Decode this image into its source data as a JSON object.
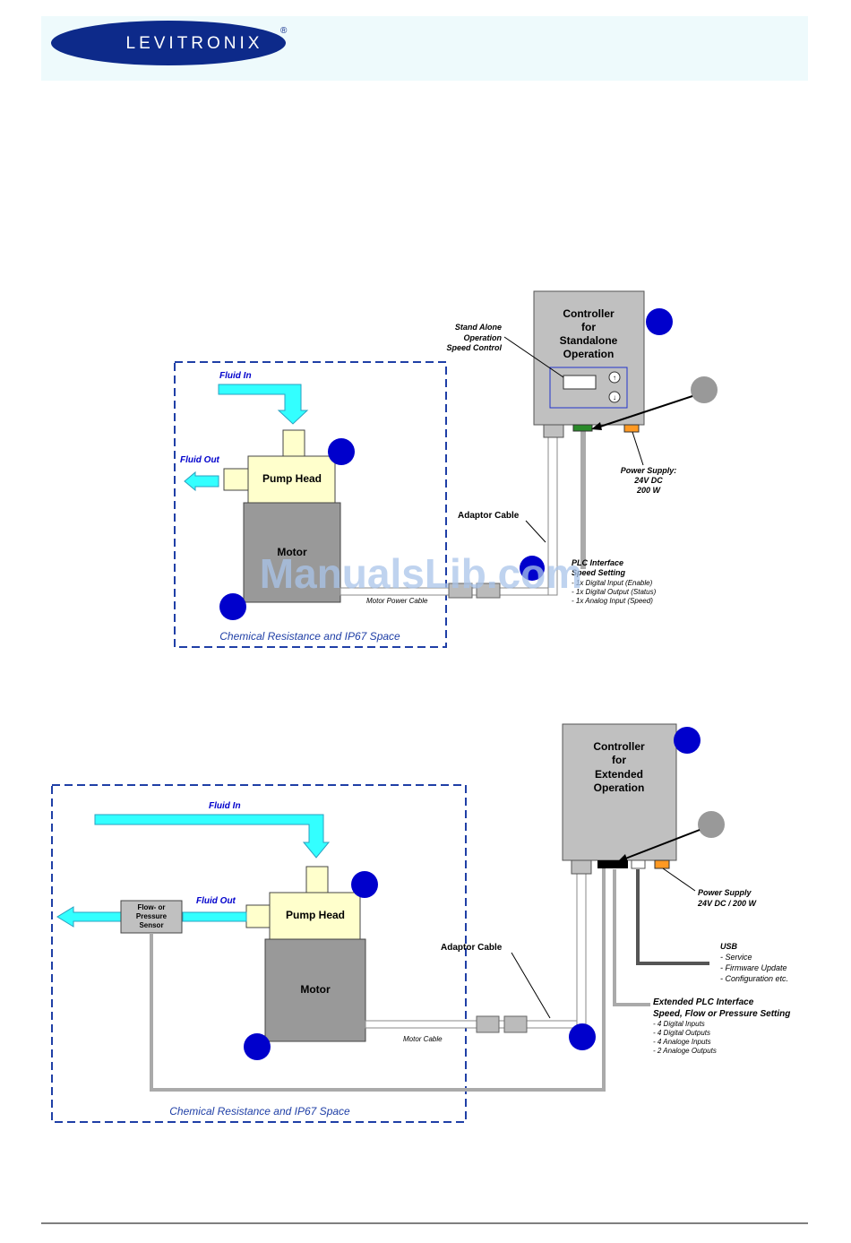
{
  "header": {
    "logo_text": "LEVITRONIX",
    "registered_mark": "®",
    "colors": {
      "band": "#eefafc",
      "logo_ellipse": "#0d2a8a"
    }
  },
  "diagram1": {
    "controller_lines": [
      "Controller",
      "for",
      "Standalone",
      "Operation"
    ],
    "standalone_lines": [
      "Stand Alone",
      "Operation",
      "Speed Control"
    ],
    "fluid_in": "Fluid In",
    "fluid_out": "Fluid Out",
    "pump_head": "Pump Head",
    "motor": "Motor",
    "adaptor_cable": "Adaptor Cable",
    "motor_power_cable": "Motor Power Cable",
    "power_supply_lines": [
      "Power Supply:",
      "24V DC",
      "200 W"
    ],
    "plc_lines": [
      "PLC Interface",
      "Speed Setting",
      "- 1x Digital Input (Enable)",
      "- 1x Digital Output (Status)",
      "- 1x Analog Input (Speed)"
    ],
    "zone_label": "Chemical Resistance and IP67 Space"
  },
  "diagram2": {
    "controller_lines": [
      "Controller",
      "for",
      "Extended",
      "Operation"
    ],
    "fluid_in": "Fluid In",
    "fluid_out": "Fluid Out",
    "sensor_lines": [
      "Flow- or",
      "Pressure",
      "Sensor"
    ],
    "pump_head": "Pump Head",
    "motor": "Motor",
    "adaptor_cable": "Adaptor Cable",
    "motor_cable": "Motor Cable",
    "power_supply_lines": [
      "Power Supply",
      "24V DC / 200 W"
    ],
    "usb_lines": [
      "USB",
      "- Service",
      "- Firmware Update",
      "- Configuration etc."
    ],
    "plc_lines": [
      "Extended PLC Interface",
      "Speed, Flow or Pressure Setting",
      "- 4 Digital Inputs",
      "- 4 Digital Outputs",
      "- 4 Analoge Inputs",
      "- 2 Analoge Outputs"
    ],
    "zone_label": "Chemical Resistance and IP67 Space"
  },
  "watermark": "ManualsLib.com",
  "colors": {
    "fluid": "#33ffff",
    "pump_head": "#ffffcc",
    "motor": "#999999",
    "controller": "#c0c0c0",
    "marker_blue": "#0000cc",
    "marker_gray": "#999999",
    "dash_border": "#1f3fa6",
    "label_blue": "#0000cc"
  }
}
